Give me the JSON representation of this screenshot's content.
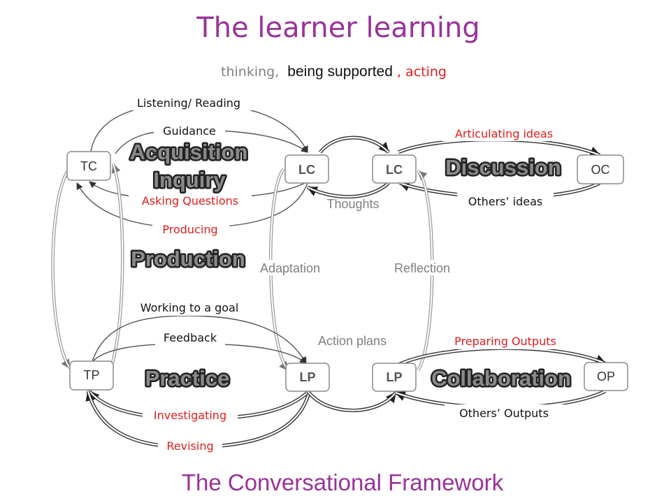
{
  "title": "The learner learning",
  "subtitle": {
    "part1": "thinking,",
    "part2": "being supported",
    "part3": ", acting"
  },
  "footer": "The Conversational Framework",
  "colors": {
    "title": "#993399",
    "red_label": "#e31b1b",
    "grey_label": "#808080",
    "node_border": "#8a8a8a"
  },
  "nodes": {
    "tc": "TC",
    "lc_left": "LC",
    "lc_right": "LC",
    "oc": "OC",
    "tp": "TP",
    "lp_left": "LP",
    "lp_right": "LP",
    "op": "OP"
  },
  "labels": {
    "listening_reading": "Listening/ Reading",
    "guidance": "Guidance",
    "asking_questions": "Asking Questions",
    "producing": "Producing",
    "articulating_ideas": "Articulating ideas",
    "others_ideas": "Others’ ideas",
    "thoughts": "Thoughts",
    "adaptation": "Adaptation",
    "reflection": "Reflection",
    "working_to_a_goal": "Working to a goal",
    "feedback": "Feedback",
    "action_plans": "Action plans",
    "preparing_outputs": "Preparing Outputs",
    "others_outputs": "Others’ Outputs",
    "investigating": "Investigating",
    "revising": "Revising"
  },
  "categories": {
    "acquisition": "Acquisition",
    "inquiry": "Inquiry",
    "discussion": "Discussion",
    "production": "Production",
    "practice": "Practice",
    "collaboration": "Collaboration"
  }
}
